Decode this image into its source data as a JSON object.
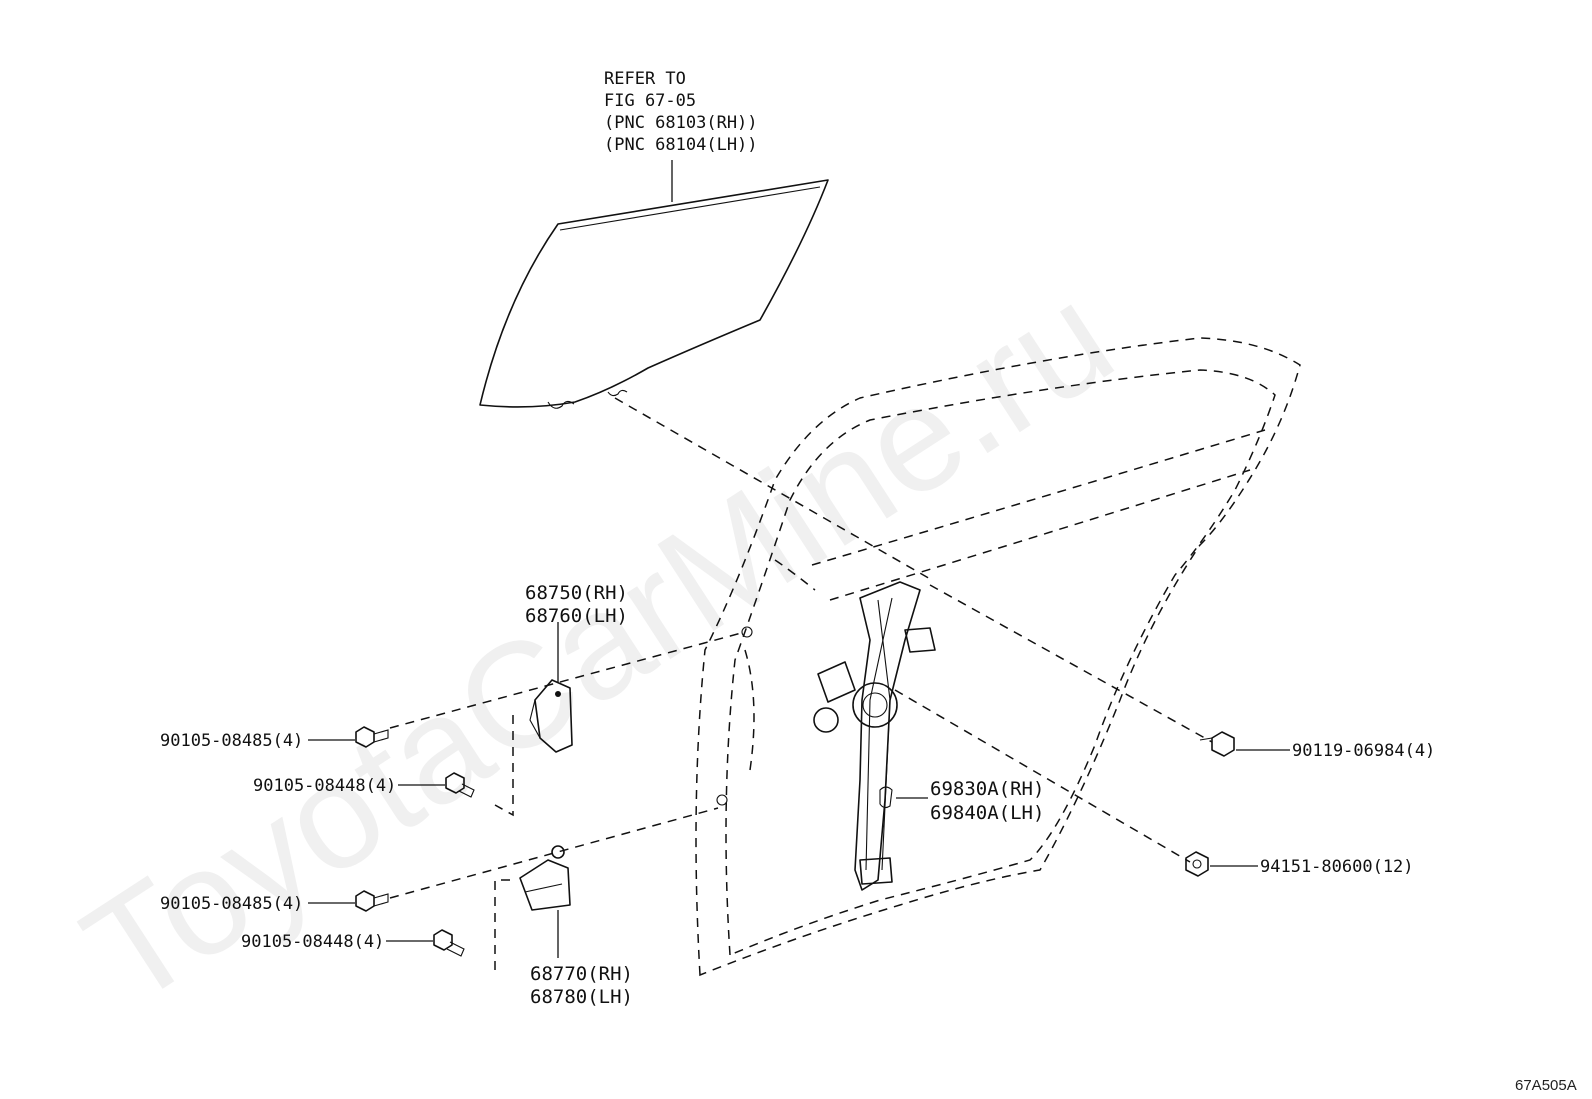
{
  "watermark": "ToyotaCarMine.ru",
  "figure_id": "67A505A",
  "glass_ref": {
    "line1": "REFER TO",
    "line2": "FIG 67-05",
    "line3": "(PNC 68103(RH))",
    "line4": "(PNC 68104(LH))"
  },
  "parts": {
    "upper_hinge": {
      "rh": "68750(RH)",
      "lh": "68760(LH)"
    },
    "lower_hinge": {
      "rh": "68770(RH)",
      "lh": "68780(LH)"
    },
    "regulator": {
      "rh": "69830A(RH)",
      "lh": "69840A(LH)"
    },
    "bolt_upper_outer": "90105-08485(4)",
    "bolt_upper_inner": "90105-08448(4)",
    "bolt_lower_outer": "90105-08485(4)",
    "bolt_lower_inner": "90105-08448(4)",
    "bolt_regulator": "90119-06984(4)",
    "nut_regulator": "94151-80600(12)"
  }
}
